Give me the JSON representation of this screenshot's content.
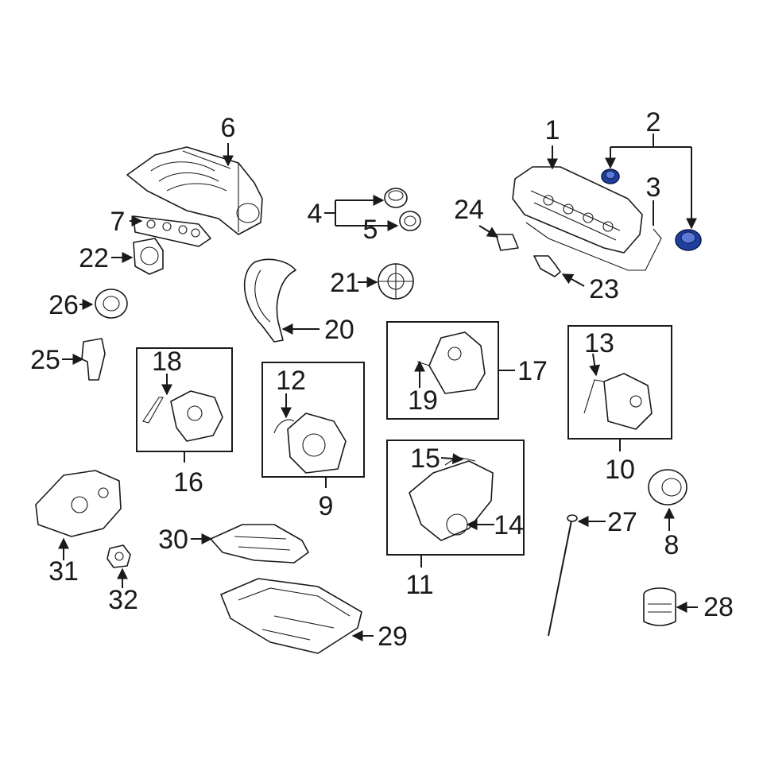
{
  "callouts": {
    "c1": "1",
    "c2": "2",
    "c3": "3",
    "c4": "4",
    "c5": "5",
    "c6": "6",
    "c7": "7",
    "c8": "8",
    "c9": "9",
    "c10": "10",
    "c11": "11",
    "c12": "12",
    "c13": "13",
    "c14": "14",
    "c15": "15",
    "c16": "16",
    "c17": "17",
    "c18": "18",
    "c19": "19",
    "c20": "20",
    "c21": "21",
    "c22": "22",
    "c23": "23",
    "c24": "24",
    "c25": "25",
    "c26": "26",
    "c27": "27",
    "c28": "28",
    "c29": "29",
    "c30": "30",
    "c31": "31",
    "c32": "32"
  },
  "highlight_color": "#1f3f9e",
  "highlighted_parts": [
    "2"
  ]
}
